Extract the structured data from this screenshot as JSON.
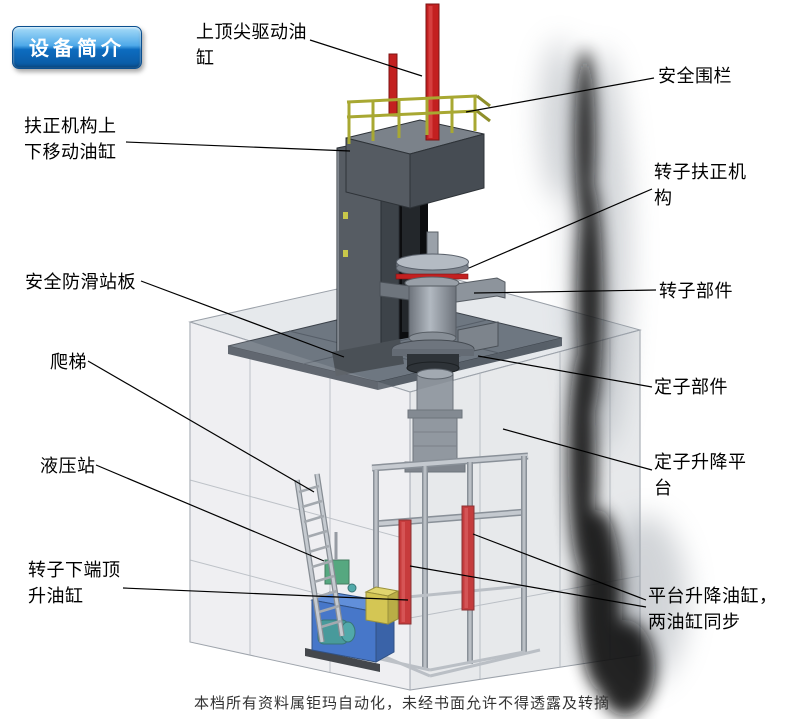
{
  "badge": {
    "label": "设备简介"
  },
  "labels": {
    "top_drive_cylinder": "上顶尖驱动油缸",
    "safety_fence": "安全围栏",
    "centering_updown_cylinder": "扶正机构上下移动油缸",
    "rotor_centering_mechanism": "转子扶正机构",
    "antislip_platform": "安全防滑站板",
    "rotor_part": "转子部件",
    "ladder": "爬梯",
    "stator_part": "定子部件",
    "hydraulic_station": "液压站",
    "stator_lift_platform": "定子升降平台",
    "rotor_bottom_jack_cylinder": "转子下端顶升油缸",
    "platform_lift_cylinders": "平台升降油缸，两油缸同步"
  },
  "watermark": "本档所有资料属钜玛自动化，未经书面允许不得透露及转摘",
  "colors": {
    "accent_red": "#c32020",
    "railing_yellow": "#b2b238",
    "hydraulic_blue": "#2e66c4",
    "badge_blue": "#0d6cc0",
    "plate_gray": "#6e7781"
  }
}
